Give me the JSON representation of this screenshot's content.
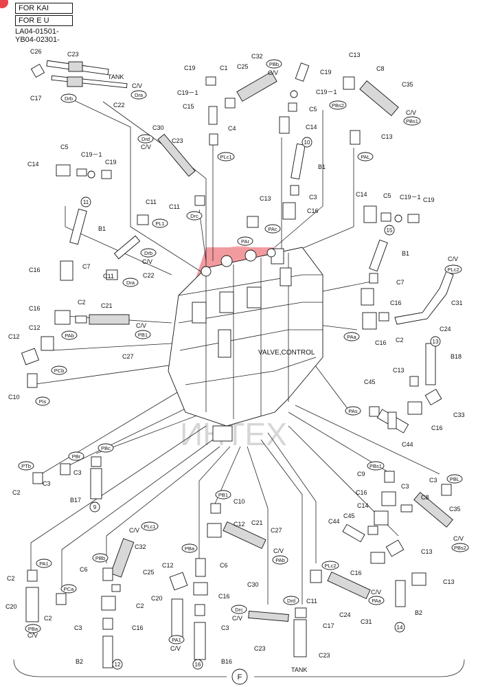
{
  "header": {
    "variant_1": "FOR KAI",
    "variant_2": "FOR E U",
    "serial_1": "LA04-01501-",
    "serial_2": "YB04-02301-"
  },
  "assembly_label": "VALVE,CONTROL",
  "section_label": "F",
  "watermark_text": "ИНТЕХ",
  "colors": {
    "watermark": "#e8424a",
    "ink": "#111111"
  },
  "callouts": [
    {
      "id": "c26",
      "text": "C26"
    },
    {
      "id": "c23a",
      "text": "C23"
    },
    {
      "id": "tank_a",
      "text": "TANK"
    },
    {
      "id": "cv_a",
      "text": "C/V"
    },
    {
      "id": "c17a",
      "text": "C17"
    },
    {
      "id": "c22a",
      "text": "C22"
    },
    {
      "id": "c19a",
      "text": "C19"
    },
    {
      "id": "c1",
      "text": "C1"
    },
    {
      "id": "c25a",
      "text": "C25"
    },
    {
      "id": "c32a",
      "text": "C32"
    },
    {
      "id": "cv_b",
      "text": "C/V"
    },
    {
      "id": "c19_1a",
      "text": "C19－1"
    },
    {
      "id": "c15",
      "text": "C15"
    },
    {
      "id": "c4",
      "text": "C4"
    },
    {
      "id": "c19b",
      "text": "C19"
    },
    {
      "id": "c19_1b",
      "text": "C19－1"
    },
    {
      "id": "c5a",
      "text": "C5"
    },
    {
      "id": "c14a",
      "text": "C14"
    },
    {
      "id": "c13a",
      "text": "C13"
    },
    {
      "id": "c8a",
      "text": "C8"
    },
    {
      "id": "c35a",
      "text": "C35"
    },
    {
      "id": "cv_c",
      "text": "C/V"
    },
    {
      "id": "c13b",
      "text": "C13"
    },
    {
      "id": "c30a",
      "text": "C30"
    },
    {
      "id": "cv_d",
      "text": "C/V"
    },
    {
      "id": "c23b",
      "text": "C23"
    },
    {
      "id": "c5b",
      "text": "C5"
    },
    {
      "id": "c19_1c",
      "text": "C19－1"
    },
    {
      "id": "c19c",
      "text": "C19"
    },
    {
      "id": "c14b",
      "text": "C14"
    },
    {
      "id": "b1a",
      "text": "B1"
    },
    {
      "id": "c3a",
      "text": "C3"
    },
    {
      "id": "c16a",
      "text": "C16"
    },
    {
      "id": "c11a",
      "text": "C11"
    },
    {
      "id": "c11b",
      "text": "C11"
    },
    {
      "id": "c13c",
      "text": "C13"
    },
    {
      "id": "b1b",
      "text": "B1"
    },
    {
      "id": "c7a",
      "text": "C7"
    },
    {
      "id": "c14c",
      "text": "C14"
    },
    {
      "id": "c5c",
      "text": "C5"
    },
    {
      "id": "c19_1d",
      "text": "C19－1"
    },
    {
      "id": "c19d",
      "text": "C19"
    },
    {
      "id": "b1c",
      "text": "B1"
    },
    {
      "id": "c7b",
      "text": "C7"
    },
    {
      "id": "cv_e",
      "text": "C/V"
    },
    {
      "id": "c31a",
      "text": "C31"
    },
    {
      "id": "c16b",
      "text": "C16"
    },
    {
      "id": "c24a",
      "text": "C24"
    },
    {
      "id": "c16c",
      "text": "C16"
    },
    {
      "id": "c2a",
      "text": "C2"
    },
    {
      "id": "cv_f",
      "text": "C/V"
    },
    {
      "id": "c22b",
      "text": "C22"
    },
    {
      "id": "c11c",
      "text": "C11"
    },
    {
      "id": "c16d",
      "text": "C16"
    },
    {
      "id": "c2b",
      "text": "C2"
    },
    {
      "id": "c21a",
      "text": "C21"
    },
    {
      "id": "cv_g",
      "text": "C/V"
    },
    {
      "id": "c27a",
      "text": "C27"
    },
    {
      "id": "c12a",
      "text": "C12"
    },
    {
      "id": "c12b",
      "text": "C12"
    },
    {
      "id": "c10a",
      "text": "C10"
    },
    {
      "id": "b18",
      "text": "B18"
    },
    {
      "id": "c13d",
      "text": "C13"
    },
    {
      "id": "c45a",
      "text": "C45"
    },
    {
      "id": "c33",
      "text": "C33"
    },
    {
      "id": "c16e",
      "text": "C16"
    },
    {
      "id": "c44a",
      "text": "C44"
    },
    {
      "id": "c2c",
      "text": "C2"
    },
    {
      "id": "c3b",
      "text": "C3"
    },
    {
      "id": "c3c",
      "text": "C3"
    },
    {
      "id": "b17",
      "text": "B17"
    },
    {
      "id": "c9",
      "text": "C9"
    },
    {
      "id": "c3d",
      "text": "C3"
    },
    {
      "id": "c16f",
      "text": "C16"
    },
    {
      "id": "c3e",
      "text": "C3"
    },
    {
      "id": "c8b",
      "text": "C8"
    },
    {
      "id": "c14d",
      "text": "C14"
    },
    {
      "id": "c35b",
      "text": "C35"
    },
    {
      "id": "c45b",
      "text": "C45"
    },
    {
      "id": "c44b",
      "text": "C44"
    },
    {
      "id": "cv_h",
      "text": "C/V"
    },
    {
      "id": "c10b",
      "text": "C10"
    },
    {
      "id": "c12c",
      "text": "C12"
    },
    {
      "id": "c21b",
      "text": "C21"
    },
    {
      "id": "c27b",
      "text": "C27"
    },
    {
      "id": "cv_i",
      "text": "C/V"
    },
    {
      "id": "c13e",
      "text": "C13"
    },
    {
      "id": "c16g",
      "text": "C16"
    },
    {
      "id": "c13f",
      "text": "C13"
    },
    {
      "id": "cv_j",
      "text": "C/V"
    },
    {
      "id": "c32b",
      "text": "C32"
    },
    {
      "id": "c2d",
      "text": "C2"
    },
    {
      "id": "c6a",
      "text": "C6"
    },
    {
      "id": "c25b",
      "text": "C25"
    },
    {
      "id": "c12d",
      "text": "C12"
    },
    {
      "id": "c6b",
      "text": "C6"
    },
    {
      "id": "c2e",
      "text": "C2"
    },
    {
      "id": "c16h",
      "text": "C16"
    },
    {
      "id": "c11d",
      "text": "C11"
    },
    {
      "id": "c24b",
      "text": "C24"
    },
    {
      "id": "cv_k",
      "text": "C/V"
    },
    {
      "id": "c20a",
      "text": "C20"
    },
    {
      "id": "c2f",
      "text": "C2"
    },
    {
      "id": "c16i",
      "text": "C16"
    },
    {
      "id": "c20b",
      "text": "C20"
    },
    {
      "id": "c30b",
      "text": "C30"
    },
    {
      "id": "c17b",
      "text": "C17"
    },
    {
      "id": "c31b",
      "text": "C31"
    },
    {
      "id": "b2a",
      "text": "B2"
    },
    {
      "id": "cv_l",
      "text": "C/V"
    },
    {
      "id": "c3f",
      "text": "C3"
    },
    {
      "id": "c16j",
      "text": "C16"
    },
    {
      "id": "c3g",
      "text": "C3"
    },
    {
      "id": "cv_m",
      "text": "C/V"
    },
    {
      "id": "c23c",
      "text": "C23"
    },
    {
      "id": "cv_n",
      "text": "C/V"
    },
    {
      "id": "c23d",
      "text": "C23"
    },
    {
      "id": "b2b",
      "text": "B2"
    },
    {
      "id": "b16",
      "text": "B16"
    },
    {
      "id": "tank_b",
      "text": "TANK"
    }
  ],
  "ports": [
    {
      "id": "p_drb1",
      "text": "Drb"
    },
    {
      "id": "p_dra1",
      "text": "Dra"
    },
    {
      "id": "p_pbb1",
      "text": "PBb"
    },
    {
      "id": "p_pbs2a",
      "text": "PBs2"
    },
    {
      "id": "p_pbs1a",
      "text": "PBs1"
    },
    {
      "id": "p_drd1",
      "text": "Drd"
    },
    {
      "id": "p_plc1a",
      "text": "PLc1"
    },
    {
      "id": "p_pal",
      "text": "PAL"
    },
    {
      "id": "p_pl1",
      "text": "PL1"
    },
    {
      "id": "p_drc1",
      "text": "Drc"
    },
    {
      "id": "p_pac",
      "text": "PAc"
    },
    {
      "id": "p_par",
      "text": "PAr"
    },
    {
      "id": "p_drb2",
      "text": "Drb"
    },
    {
      "id": "p_dra2",
      "text": "Dra"
    },
    {
      "id": "p_plc2a",
      "text": "PLc2"
    },
    {
      "id": "p_pab",
      "text": "PAb"
    },
    {
      "id": "p_pb1a",
      "text": "PB1"
    },
    {
      "id": "p_paa",
      "text": "PAa"
    },
    {
      "id": "p_pcb",
      "text": "PCb"
    },
    {
      "id": "p_pis",
      "text": "Pis"
    },
    {
      "id": "p_pas",
      "text": "PAs"
    },
    {
      "id": "p_ptb",
      "text": "PTb"
    },
    {
      "id": "p_pbr",
      "text": "PBr"
    },
    {
      "id": "p_pbc",
      "text": "PBc"
    },
    {
      "id": "p_pbs1b",
      "text": "PBs1"
    },
    {
      "id": "p_pbl",
      "text": "PBL"
    },
    {
      "id": "p_pb1b",
      "text": "PB1"
    },
    {
      "id": "p_plc1b",
      "text": "PLc1"
    },
    {
      "id": "p_pbs2b",
      "text": "PBs2"
    },
    {
      "id": "p_pa1",
      "text": "PA1"
    },
    {
      "id": "p_pbb2",
      "text": "PBb"
    },
    {
      "id": "p_pba",
      "text": "PBa"
    },
    {
      "id": "p_pab2",
      "text": "PAb"
    },
    {
      "id": "p_pca",
      "text": "PCa"
    },
    {
      "id": "p_plc2b",
      "text": "PLc2"
    },
    {
      "id": "p_paa2",
      "text": "PAa"
    },
    {
      "id": "p_pba2",
      "text": "PBa"
    },
    {
      "id": "p_drc2",
      "text": "Drc"
    },
    {
      "id": "p_drd2",
      "text": "Drd"
    },
    {
      "id": "p_pa1b",
      "text": "PA1"
    }
  ],
  "circled_refs": [
    {
      "id": "n10",
      "text": "10"
    },
    {
      "id": "n11",
      "text": "11"
    },
    {
      "id": "n15",
      "text": "15"
    },
    {
      "id": "n13",
      "text": "13"
    },
    {
      "id": "n9",
      "text": "9"
    },
    {
      "id": "n12",
      "text": "12"
    },
    {
      "id": "n16",
      "text": "16"
    },
    {
      "id": "n14",
      "text": "14"
    }
  ]
}
